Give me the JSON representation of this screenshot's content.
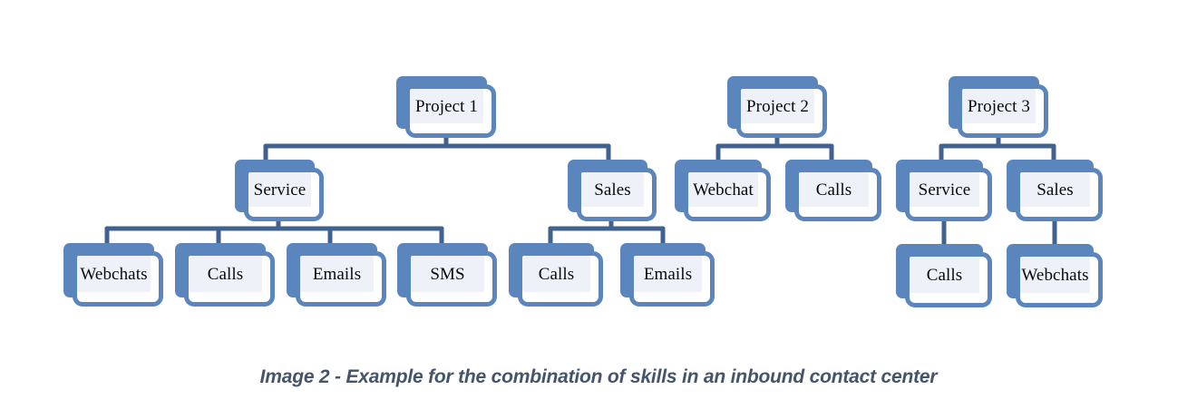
{
  "diagram": {
    "type": "org-chart",
    "title_caption": "Image 2 - Example for the combination of skills in an inbound contact center",
    "colors": {
      "node_blue": "#5b86bd",
      "node_inner_fill": "#eef1f7",
      "node_card_white": "#ffffff",
      "connector_blue": "#41618f",
      "label_text": "#0a0a0a",
      "caption_text": "#44546a",
      "background": "#ffffff"
    },
    "trees": [
      {
        "root": "Project 1",
        "branches": [
          {
            "name": "Service",
            "children": [
              "Webchats",
              "Calls",
              "Emails",
              "SMS"
            ]
          },
          {
            "name": "Sales",
            "children": [
              "Calls",
              "Emails"
            ]
          }
        ]
      },
      {
        "root": "Project 2",
        "branches": [
          {
            "name": "Webchat",
            "children": []
          },
          {
            "name": "Calls",
            "children": []
          }
        ]
      },
      {
        "root": "Project 3",
        "branches": [
          {
            "name": "Service",
            "children": [
              "Calls"
            ]
          },
          {
            "name": "Sales",
            "children": [
              "Webchats"
            ]
          }
        ]
      }
    ]
  },
  "nodes": {
    "project1": "Project 1",
    "project2": "Project 2",
    "project3": "Project 3",
    "p1_service": "Service",
    "p1_sales": "Sales",
    "p1_service_webchats": "Webchats",
    "p1_service_calls": "Calls",
    "p1_service_emails": "Emails",
    "p1_service_sms": "SMS",
    "p1_sales_calls": "Calls",
    "p1_sales_emails": "Emails",
    "p2_webchat": "Webchat",
    "p2_calls": "Calls",
    "p3_service": "Service",
    "p3_sales": "Sales",
    "p3_service_calls": "Calls",
    "p3_sales_webchats": "Webchats"
  },
  "caption": {
    "text": "Image 2 - Example for the combination of skills in an inbound contact center"
  }
}
